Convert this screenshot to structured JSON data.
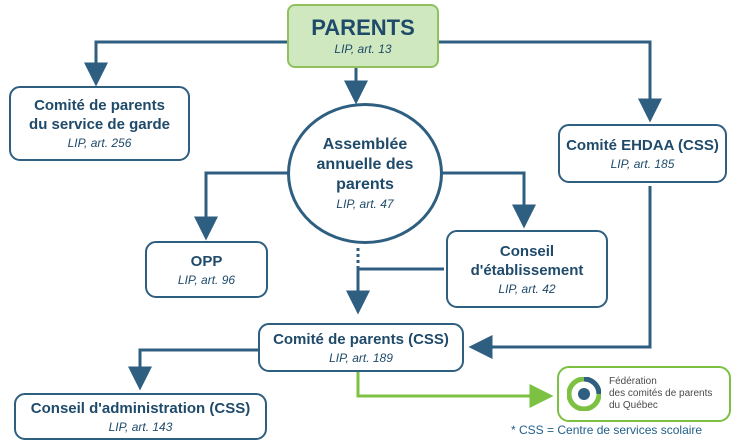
{
  "diagram": {
    "parents": {
      "title": "PARENTS",
      "ref": "LIP, art. 13"
    },
    "comite_garde": {
      "title_lines": [
        "Comité de parents",
        "du service de garde"
      ],
      "ref": "LIP, art. 256"
    },
    "assemblee": {
      "title_lines": [
        "Assemblée",
        "annuelle des",
        "parents"
      ],
      "ref": "LIP, art. 47"
    },
    "comite_ehdaa": {
      "title": "Comité EHDAA (CSS)",
      "ref": "LIP, art. 185"
    },
    "opp": {
      "title": "OPP",
      "ref": "LIP, art. 96"
    },
    "conseil_etablissement": {
      "title_lines": [
        "Conseil",
        "d'établissement"
      ],
      "ref": "LIP, art. 42"
    },
    "comite_parents_css": {
      "title": "Comité de parents (CSS)",
      "ref": "LIP, art. 189"
    },
    "conseil_administration": {
      "title": "Conseil d'administration (CSS)",
      "ref": "LIP, art. 143"
    },
    "fcpq": {
      "name_lines": [
        "Fédération",
        "des comités de parents",
        "du Québec"
      ]
    },
    "footnote": "* CSS = Centre de services scolaire"
  },
  "colors": {
    "line": "#2f5f80",
    "text": "#1f4a6a",
    "green": "#7cc142",
    "green_fill": "#cfe8bf",
    "footnote": "#1f5f8a"
  }
}
